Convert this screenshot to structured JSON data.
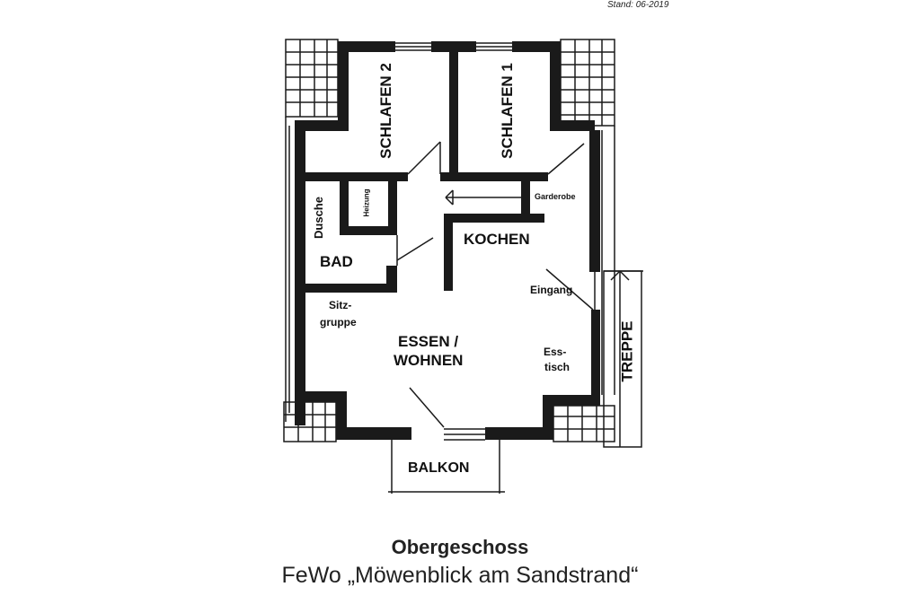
{
  "header": {
    "stand": "Stand: 06-2019"
  },
  "footer": {
    "title": "Obergeschoss",
    "subtitle": "FeWo „Möwenblick am Sandstrand“"
  },
  "rooms": {
    "schlafen2": "SCHLAFEN 2",
    "schlafen1": "SCHLAFEN 1",
    "heizung": "Heizung",
    "dusche": "Dusche",
    "garderobe": "Garderobe",
    "kochen": "KOCHEN",
    "bad": "BAD",
    "eingang": "Eingang",
    "sitzgruppe_1": "Sitz-",
    "sitzgruppe_2": "gruppe",
    "essen": "ESSEN /",
    "wohnen": "WOHNEN",
    "esstisch_1": "Ess-",
    "esstisch_2": "tisch",
    "treppe": "TREPPE",
    "balkon": "BALKON"
  }
}
